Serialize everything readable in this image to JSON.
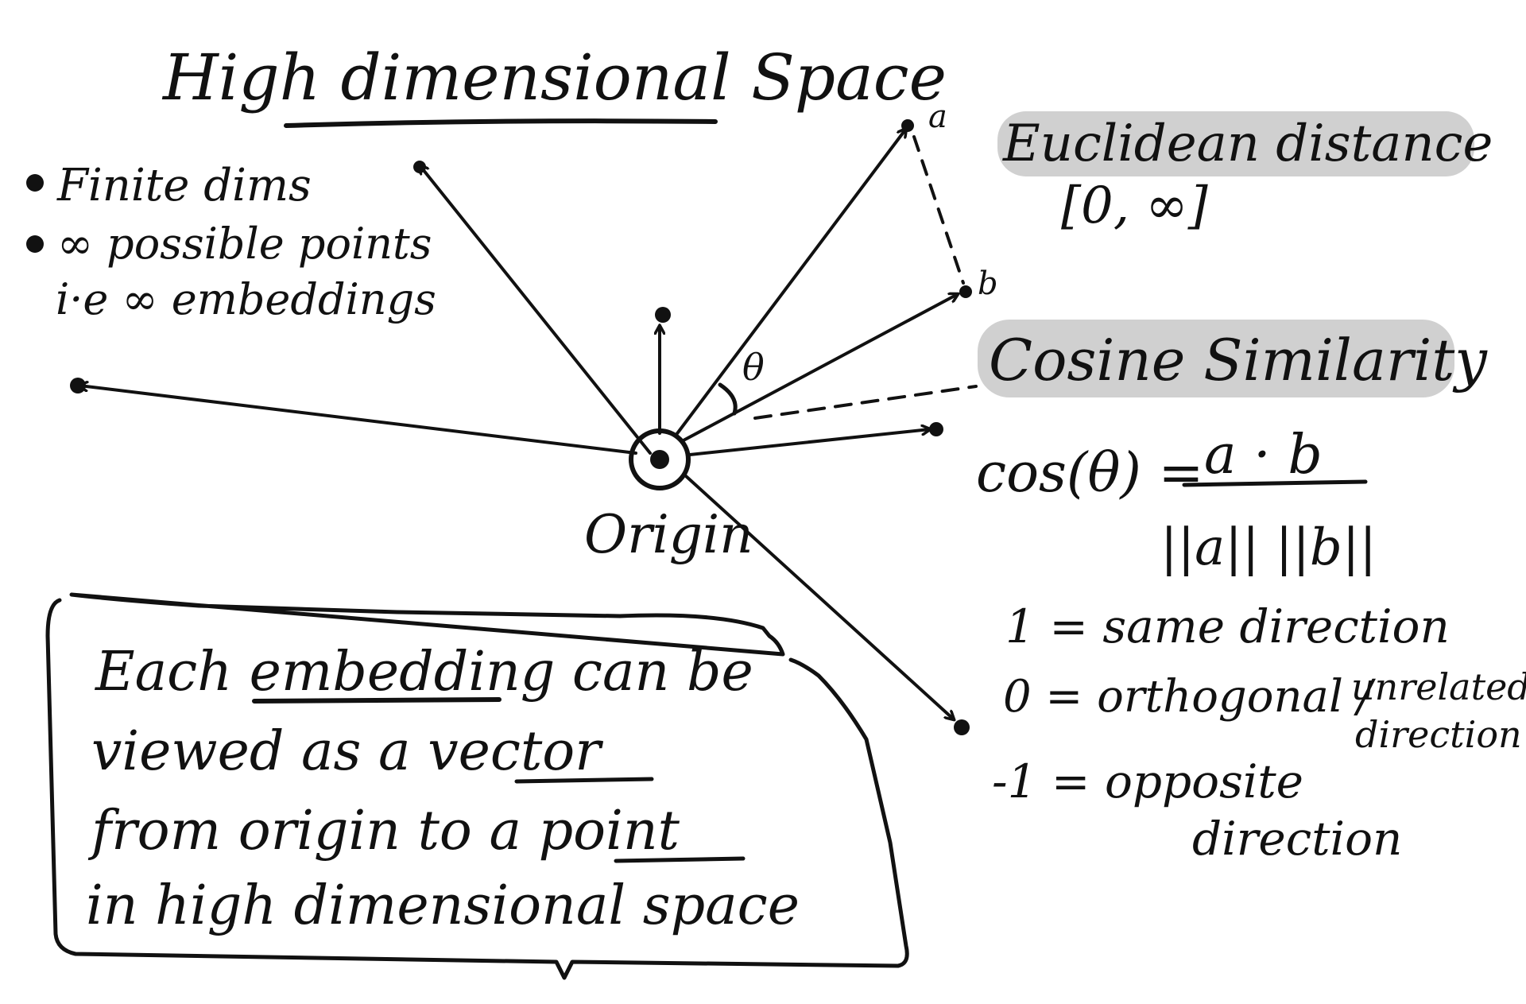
{
  "title": "High dimensional Space",
  "bullets": [
    "Finite dims",
    "∞ possible points",
    "i·e ∞ embeddings"
  ],
  "origin_label": "Origin",
  "theta_label": "θ",
  "point_a_label": "a",
  "point_b_label": "b",
  "euclidean": {
    "label": "Euclidean distance",
    "range": "[0, ∞]"
  },
  "cosine": {
    "label": "Cosine Similarity",
    "formula_lhs": "cos(θ) =",
    "numerator": "a · b",
    "denominator": "||a|| ||b||",
    "meanings": [
      {
        "line1": "1 = same direction",
        "line2": ""
      },
      {
        "line1": "0 = orthogonal /",
        "line2": "unrelated",
        "line3": "direction"
      },
      {
        "line1": "-1 = opposite",
        "line2": "direction"
      }
    ]
  },
  "note_box": {
    "lines": [
      "Each embedding can be",
      "viewed as a vector",
      "from origin to a point",
      "in high dimensional space"
    ]
  },
  "colors": {
    "ink": "#111111",
    "highlight": "#d0d0d0",
    "background": "#ffffff"
  }
}
